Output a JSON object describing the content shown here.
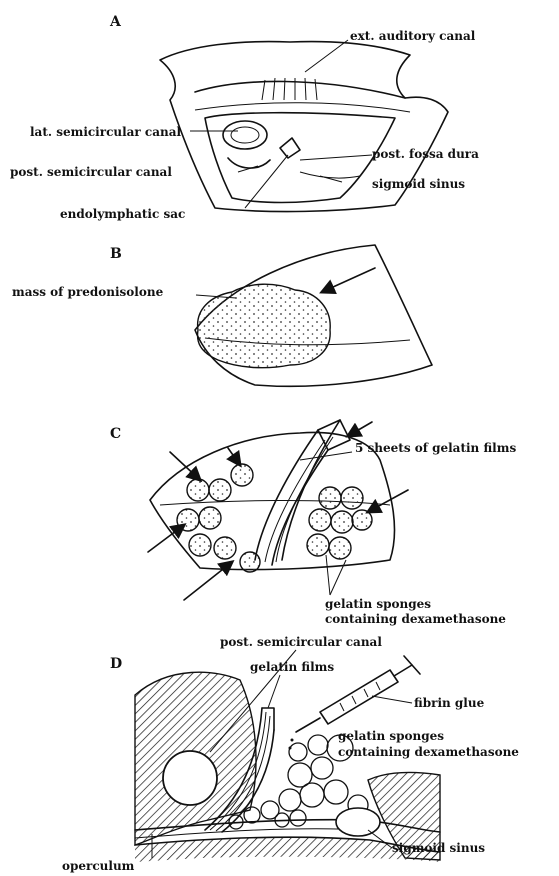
{
  "panels": {
    "a": {
      "letter": "A",
      "labels": {
        "ext_auditory_canal": "ext. auditory canal",
        "lat_semicircular_canal": "lat. semicircular canal",
        "post_semicircular_canal": "post. semicircular canal",
        "post_fossa_dura": "post. fossa dura",
        "sigmoid_sinus": "sigmoid sinus",
        "endolymphatic_sac": "endolymphatic sac"
      }
    },
    "b": {
      "letter": "B",
      "labels": {
        "mass_of_predonisolone": "mass of predonisolone"
      }
    },
    "c": {
      "letter": "C",
      "labels": {
        "gelatin_films": "5 sheets of gelatin films",
        "gelatin_sponges_line1": "gelatin sponges",
        "gelatin_sponges_line2": "containing dexamethasone"
      }
    },
    "d": {
      "letter": "D",
      "labels": {
        "post_semicircular_canal": "post. semicircular canal",
        "gelatin_films": "gelatin films",
        "fibrin_glue": "fibrin glue",
        "gelatin_sponges_line1": "gelatin sponges",
        "gelatin_sponges_line2": "containing dexamethasone",
        "sigmoid_sinus": "sigmoid sinus",
        "operculum": "operculum"
      }
    }
  },
  "colors": {
    "ink": "#111111",
    "background": "#ffffff"
  }
}
